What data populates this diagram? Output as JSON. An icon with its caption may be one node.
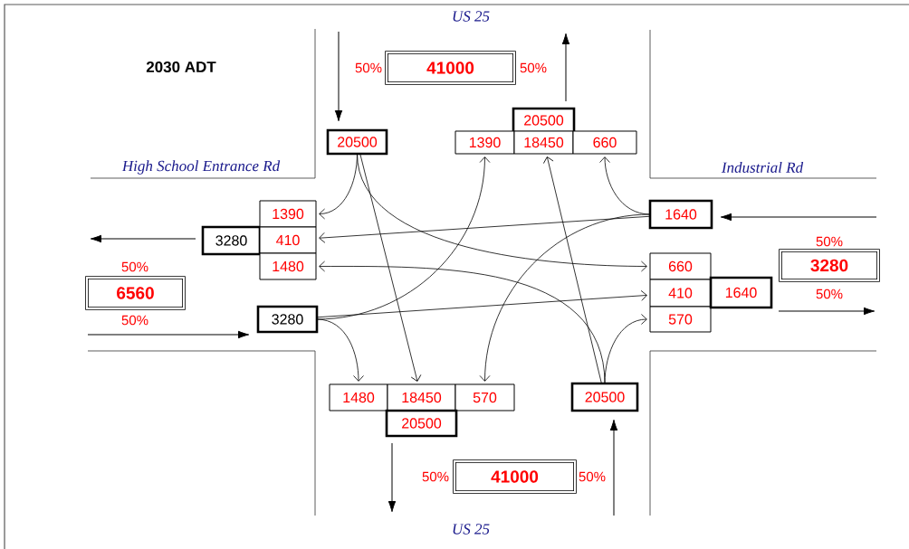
{
  "diagram": {
    "title": "2030 ADT",
    "nodes": [
      {
        "text": [
          "41000"
        ],
        "beside": [
          "50%",
          "50%"
        ]
      },
      {
        "text": [
          "20500"
        ]
      },
      {
        "text": [
          "20500"
        ]
      },
      {
        "text": [
          "1390"
        ]
      },
      {
        "text": [
          "18450"
        ]
      },
      {
        "text": [
          "660"
        ]
      },
      {
        "text": [
          "6560"
        ],
        "beside": [
          "50%",
          "50%"
        ]
      },
      {
        "text": [
          "3280"
        ]
      },
      {
        "text": [
          "1390"
        ]
      },
      {
        "text": [
          "410"
        ]
      },
      {
        "text": [
          "1480"
        ]
      },
      {
        "text": [
          "3280"
        ]
      },
      {
        "text": [
          "1640"
        ]
      },
      {
        "text": [
          "3280"
        ],
        "beside": [
          "50%",
          "50%"
        ]
      },
      {
        "text": [
          "660"
        ]
      },
      {
        "text": [
          "410"
        ]
      },
      {
        "text": [
          "570"
        ]
      },
      {
        "text": [
          "1640"
        ]
      },
      {
        "text": [
          "1480"
        ]
      },
      {
        "text": [
          "18450"
        ]
      },
      {
        "text": [
          "570"
        ]
      },
      {
        "text": [
          "20500"
        ]
      },
      {
        "text": [
          "20500"
        ]
      },
      {
        "text": [
          "41000"
        ],
        "beside": [
          "50%",
          "50%"
        ]
      }
    ],
    "edges": [
      {
        "from": null,
        "to": 1,
        "arrow": "to"
      },
      {
        "from": 2,
        "to": null,
        "arrow": "to"
      },
      {
        "from": 7,
        "to": null,
        "arrow": "to"
      },
      {
        "from": null,
        "to": 11,
        "arrow": "to"
      },
      {
        "from": null,
        "to": 12,
        "arrow": "to"
      },
      {
        "from": 17,
        "to": null,
        "arrow": "to"
      },
      {
        "from": 21,
        "to": null,
        "arrow": "to"
      },
      {
        "from": null,
        "to": 22,
        "arrow": "to"
      },
      {
        "from": 1,
        "to": 8,
        "arrow": "to"
      },
      {
        "from": 1,
        "to": 19,
        "arrow": "to"
      },
      {
        "from": 1,
        "to": 14,
        "arrow": "to"
      },
      {
        "from": 12,
        "to": 9,
        "arrow": "to"
      },
      {
        "from": 12,
        "to": 5,
        "arrow": "to"
      },
      {
        "from": 12,
        "to": 20,
        "arrow": "to"
      },
      {
        "from": 11,
        "to": 18,
        "arrow": "to"
      },
      {
        "from": 11,
        "to": 15,
        "arrow": "to"
      },
      {
        "from": 11,
        "to": 3,
        "arrow": "to"
      },
      {
        "from": 22,
        "to": 4,
        "arrow": "to"
      },
      {
        "from": 22,
        "to": 10,
        "arrow": "to"
      },
      {
        "from": 22,
        "to": 16,
        "arrow": "to"
      }
    ],
    "labels": [
      "US 25",
      "High School Entrance Rd",
      "Industrial Rd",
      "US 25"
    ]
  }
}
